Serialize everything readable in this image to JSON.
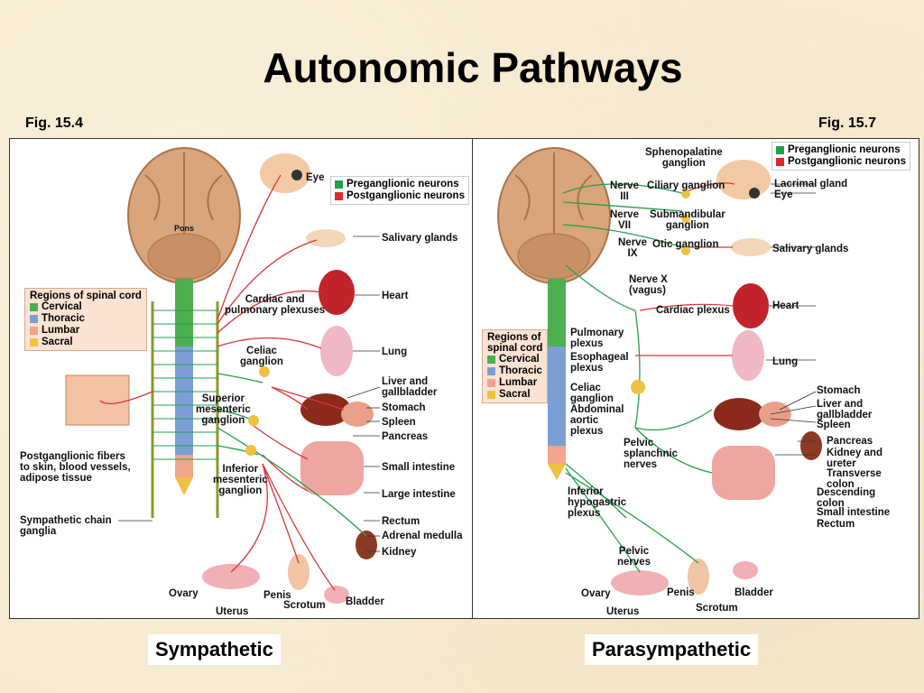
{
  "title": "Autonomic Pathways",
  "fig_left": "Fig. 15.4",
  "fig_right": "Fig. 15.7",
  "colors": {
    "pre": "#22a04a",
    "post": "#e0282e",
    "cervical": "#4caf50",
    "thoracic": "#7b9fd4",
    "lumbar": "#f2a48c",
    "sacral": "#f0c040"
  },
  "legend": {
    "pre": "Preganglionic neurons",
    "post": "Postganglionic neurons"
  },
  "regions": {
    "head": "Regions of spinal cord",
    "head2a": "Regions of",
    "head2b": "spinal cord",
    "cervical": "Cervical",
    "thoracic": "Thoracic",
    "lumbar": "Lumbar",
    "sacral": "Sacral"
  },
  "sym": {
    "pons": "Pons",
    "eye": "Eye",
    "salivary": "Salivary glands",
    "cardiac_a": "Cardiac and",
    "cardiac_b": "pulmonary plexuses",
    "heart": "Heart",
    "celiac_a": "Celiac",
    "celiac_b": "ganglion",
    "lung": "Lung",
    "liver_a": "Liver and",
    "liver_b": "gallbladder",
    "sup_a": "Superior",
    "sup_b": "mesenteric",
    "sup_c": "ganglion",
    "stomach": "Stomach",
    "spleen": "Spleen",
    "pancreas": "Pancreas",
    "post_a": "Postganglionic fibers",
    "post_b": "to skin, blood vessels,",
    "post_c": "adipose tissue",
    "inf_a": "Inferior",
    "inf_b": "mesenteric",
    "inf_c": "ganglion",
    "small": "Small intestine",
    "large": "Large intestine",
    "chain_a": "Sympathetic chain",
    "chain_b": "ganglia",
    "rectum": "Rectum",
    "adrenal": "Adrenal medulla",
    "kidney": "Kidney",
    "ovary": "Ovary",
    "penis": "Penis",
    "uterus": "Uterus",
    "scrotum": "Scrotum",
    "bladder": "Bladder"
  },
  "para": {
    "spheno_a": "Sphenopalatine",
    "spheno_b": "ganglion",
    "n3_a": "Nerve",
    "n3_b": "III",
    "ciliary": "Ciliary ganglion",
    "lacrimal": "Lacrimal gland",
    "eye": "Eye",
    "n7_a": "Nerve",
    "n7_b": "VII",
    "submand_a": "Submandibular",
    "submand_b": "ganglion",
    "n9_a": "Nerve",
    "n9_b": "IX",
    "otic": "Otic ganglion",
    "salivary": "Salivary glands",
    "vagus_a": "Nerve X",
    "vagus_b": "(vagus)",
    "cardiac": "Cardiac plexus",
    "heart": "Heart",
    "pulm_a": "Pulmonary",
    "pulm_b": "plexus",
    "eso_a": "Esophageal",
    "eso_b": "plexus",
    "lung": "Lung",
    "celiac_a": "Celiac",
    "celiac_b": "ganglion",
    "abd_a": "Abdominal",
    "abd_b": "aortic",
    "abd_c": "plexus",
    "stomach": "Stomach",
    "liver_a": "Liver and",
    "liver_b": "gallbladder",
    "spleen": "Spleen",
    "pancreas": "Pancreas",
    "pelvic_a": "Pelvic",
    "pelvic_b": "splanchnic",
    "pelvic_c": "nerves",
    "kidney_a": "Kidney and",
    "kidney_b": "ureter",
    "tcolon_a": "Transverse",
    "tcolon_b": "colon",
    "inf_a": "Inferior",
    "inf_b": "hypogastric",
    "inf_c": "plexus",
    "dcolon_a": "Descending",
    "dcolon_b": "colon",
    "small": "Small intestine",
    "rectum": "Rectum",
    "pnerves_a": "Pelvic",
    "pnerves_b": "nerves",
    "ovary": "Ovary",
    "penis": "Penis",
    "bladder": "Bladder",
    "uterus": "Uterus",
    "scrotum": "Scrotum"
  },
  "caption_left": "Sympathetic",
  "caption_right": "Parasympathetic"
}
